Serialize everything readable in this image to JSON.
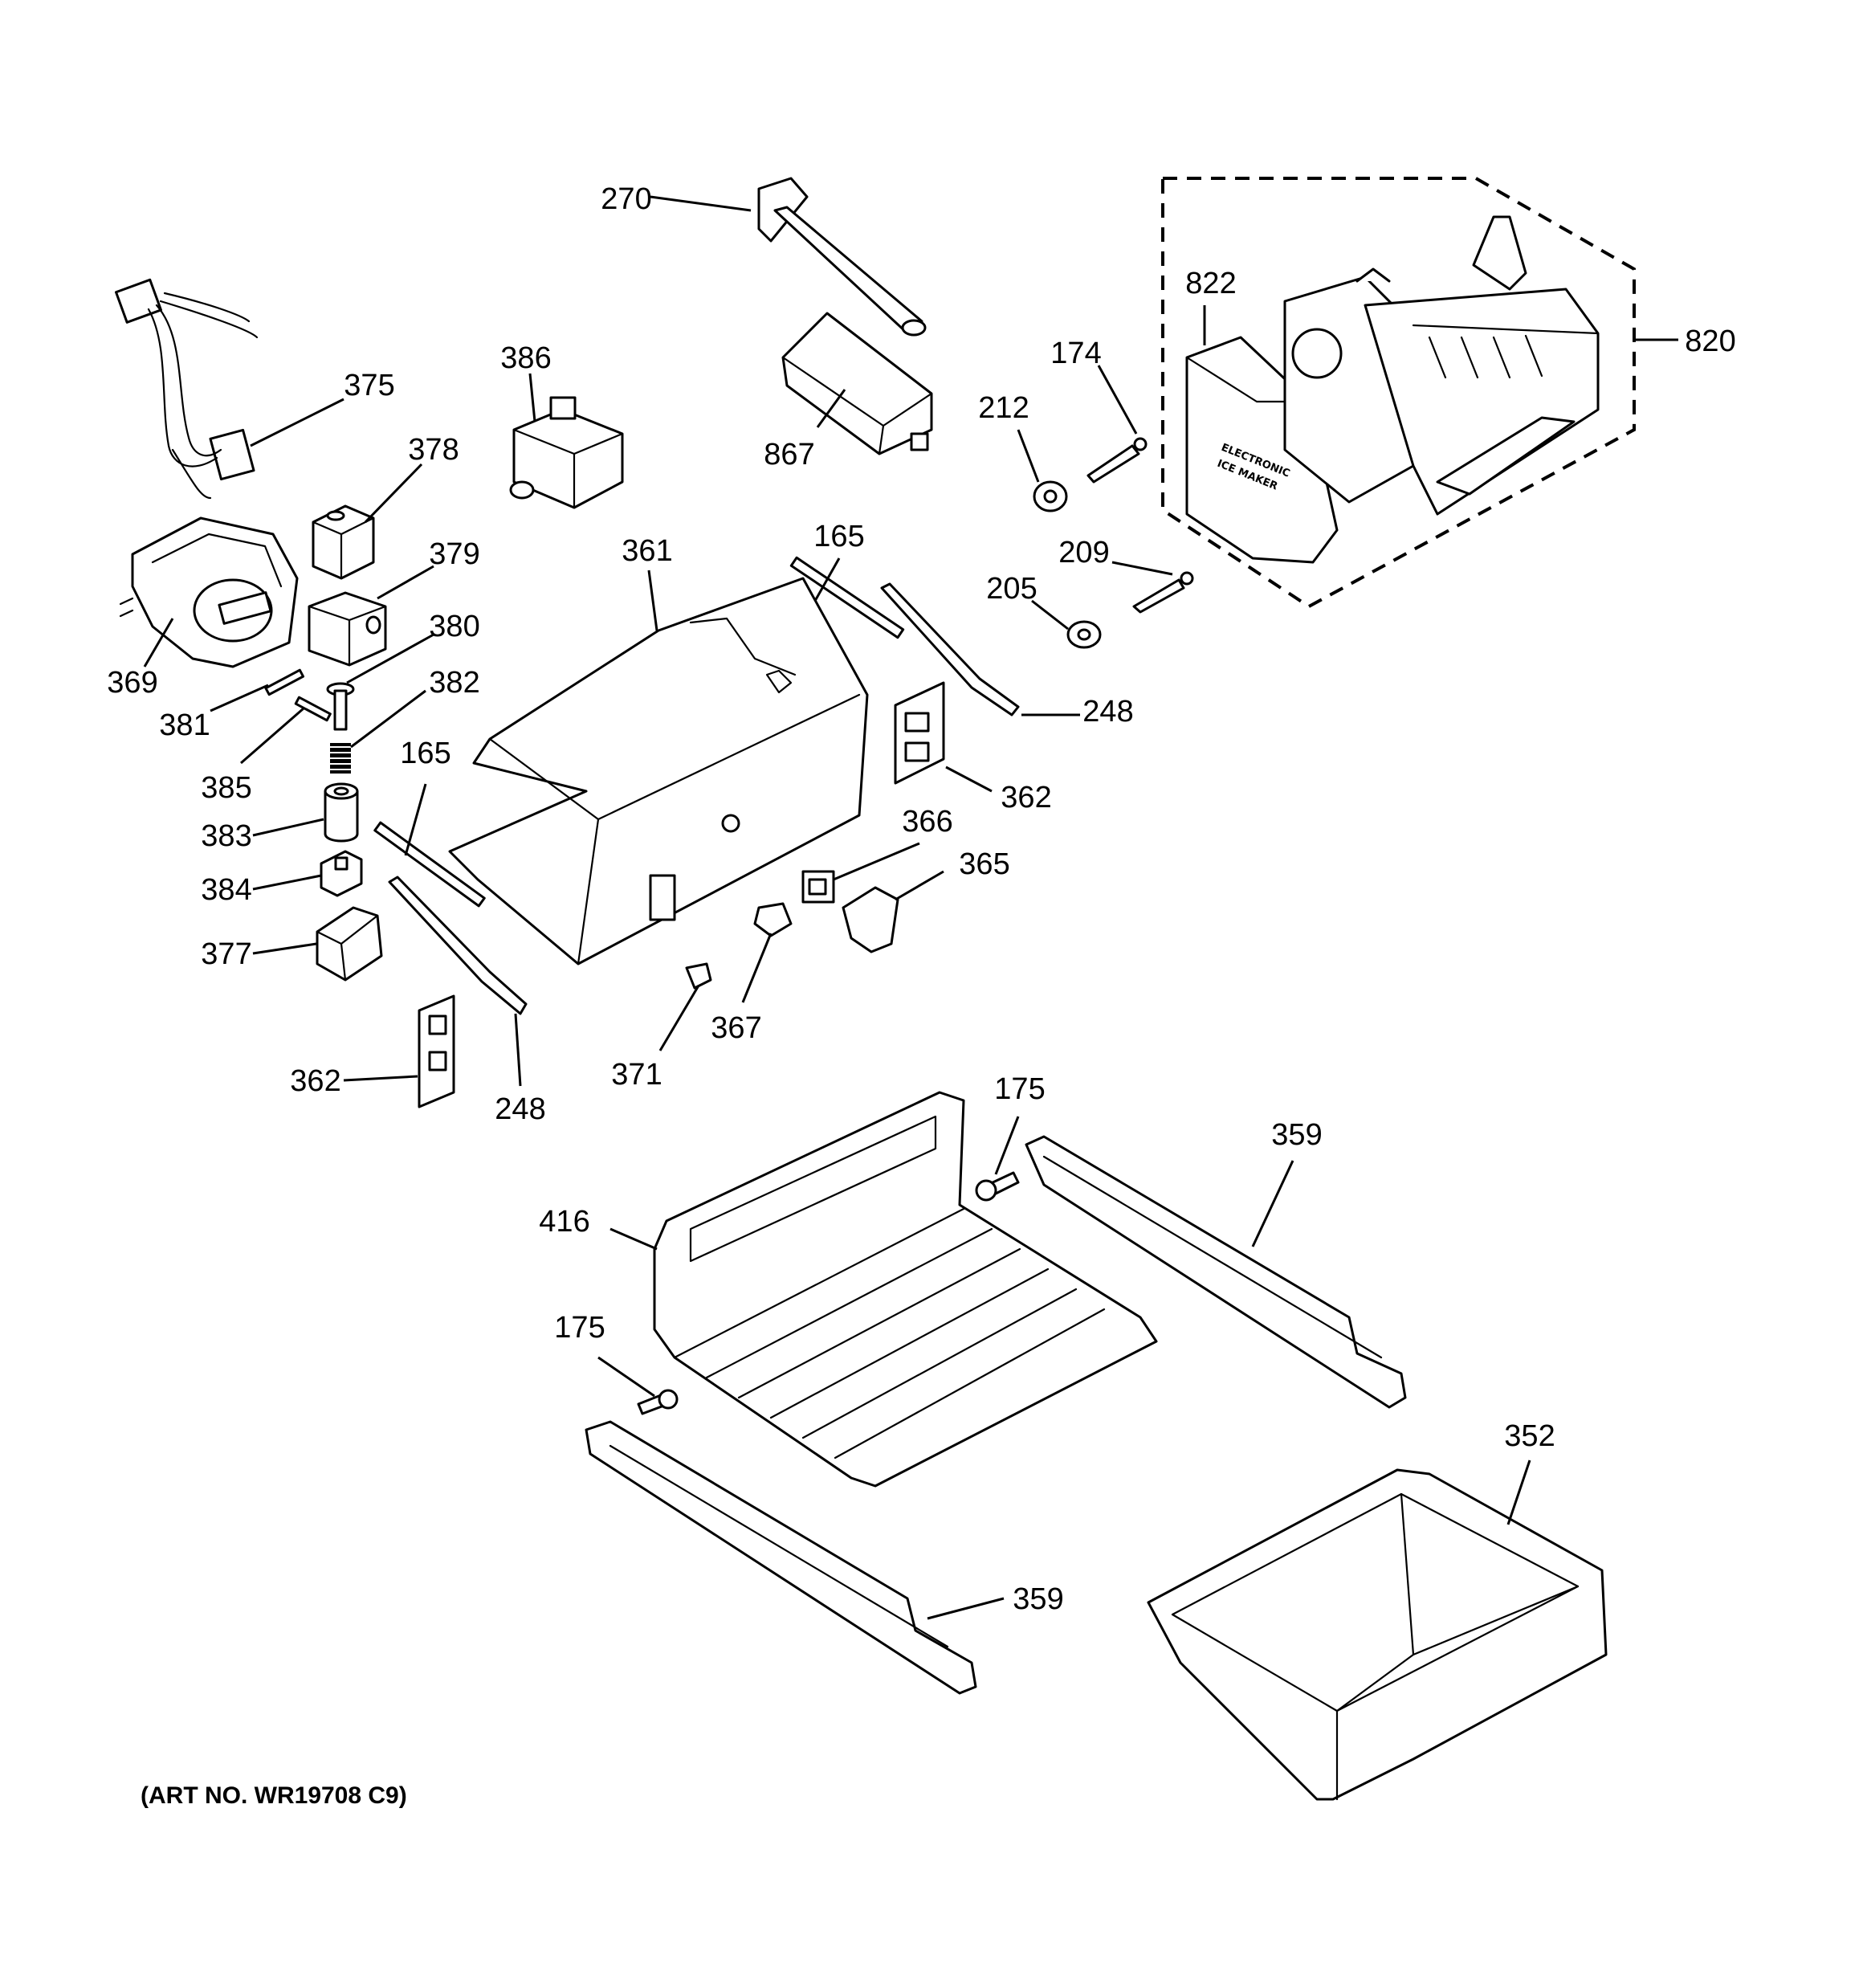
{
  "diagram": {
    "art_number": "(ART NO. WR19708 C9)",
    "module_label": "ELECTRONIC ICE MAKER",
    "callouts": [
      {
        "id": "c270",
        "label": "270"
      },
      {
        "id": "c375",
        "label": "375"
      },
      {
        "id": "c386",
        "label": "386"
      },
      {
        "id": "c867",
        "label": "867"
      },
      {
        "id": "c378",
        "label": "378"
      },
      {
        "id": "c379",
        "label": "379"
      },
      {
        "id": "c380",
        "label": "380"
      },
      {
        "id": "c382",
        "label": "382"
      },
      {
        "id": "c369",
        "label": "369"
      },
      {
        "id": "c381",
        "label": "381"
      },
      {
        "id": "c385",
        "label": "385"
      },
      {
        "id": "c165a",
        "label": "165"
      },
      {
        "id": "c383",
        "label": "383"
      },
      {
        "id": "c384",
        "label": "384"
      },
      {
        "id": "c377",
        "label": "377"
      },
      {
        "id": "c362a",
        "label": "362"
      },
      {
        "id": "c248a",
        "label": "248"
      },
      {
        "id": "c361",
        "label": "361"
      },
      {
        "id": "c165b",
        "label": "165"
      },
      {
        "id": "c212",
        "label": "212"
      },
      {
        "id": "c174",
        "label": "174"
      },
      {
        "id": "c822",
        "label": "822"
      },
      {
        "id": "c820",
        "label": "820"
      },
      {
        "id": "c209",
        "label": "209"
      },
      {
        "id": "c205",
        "label": "205"
      },
      {
        "id": "c248b",
        "label": "248"
      },
      {
        "id": "c362b",
        "label": "362"
      },
      {
        "id": "c366",
        "label": "366"
      },
      {
        "id": "c365",
        "label": "365"
      },
      {
        "id": "c371",
        "label": "371"
      },
      {
        "id": "c367",
        "label": "367"
      },
      {
        "id": "c175a",
        "label": "175"
      },
      {
        "id": "c359a",
        "label": "359"
      },
      {
        "id": "c416",
        "label": "416"
      },
      {
        "id": "c175b",
        "label": "175"
      },
      {
        "id": "c352",
        "label": "352"
      },
      {
        "id": "c359b",
        "label": "359"
      }
    ]
  }
}
